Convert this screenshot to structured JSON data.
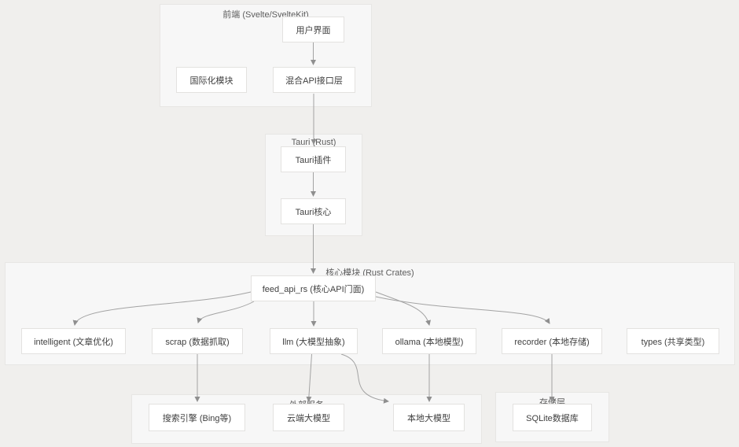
{
  "diagram": {
    "groups": {
      "frontend": {
        "title": "前端 (Svelte/SvelteKit)"
      },
      "tauri": {
        "title": "Tauri (Rust)"
      },
      "core": {
        "title": "核心模块 (Rust Crates)"
      },
      "external": {
        "title": "外部服务"
      },
      "storage": {
        "title": "存储层"
      }
    },
    "nodes": {
      "ui": {
        "label": "用户界面"
      },
      "i18n": {
        "label": "国际化模块"
      },
      "api_layer": {
        "label": "混合API接口层"
      },
      "tauri_plugin": {
        "label": "Tauri插件"
      },
      "tauri_core": {
        "label": "Tauri核心"
      },
      "feed_api": {
        "label": "feed_api_rs (核心API门面)"
      },
      "intelligent": {
        "label": "intelligent (文章优化)"
      },
      "scrap": {
        "label": "scrap (数据抓取)"
      },
      "llm": {
        "label": "llm (大模型抽象)"
      },
      "ollama": {
        "label": "ollama (本地模型)"
      },
      "recorder": {
        "label": "recorder (本地存储)"
      },
      "types": {
        "label": "types (共享类型)"
      },
      "search_engine": {
        "label": "搜索引擎 (Bing等)"
      },
      "cloud_llm": {
        "label": "云端大模型"
      },
      "local_llm": {
        "label": "本地大模型"
      },
      "sqlite": {
        "label": "SQLite数据库"
      }
    },
    "edges": [
      {
        "from": "ui",
        "to": "api_layer"
      },
      {
        "from": "api_layer",
        "to": "tauri_plugin"
      },
      {
        "from": "tauri_plugin",
        "to": "tauri_core"
      },
      {
        "from": "tauri_core",
        "to": "feed_api"
      },
      {
        "from": "feed_api",
        "to": "intelligent"
      },
      {
        "from": "feed_api",
        "to": "scrap"
      },
      {
        "from": "feed_api",
        "to": "llm"
      },
      {
        "from": "feed_api",
        "to": "ollama"
      },
      {
        "from": "feed_api",
        "to": "recorder"
      },
      {
        "from": "scrap",
        "to": "search_engine"
      },
      {
        "from": "llm",
        "to": "cloud_llm"
      },
      {
        "from": "llm",
        "to": "local_llm"
      },
      {
        "from": "ollama",
        "to": "local_llm"
      },
      {
        "from": "recorder",
        "to": "sqlite"
      }
    ]
  },
  "colors": {
    "background": "#f0efed",
    "group_fill": "#f7f7f7",
    "group_border": "#e7e6e4",
    "node_fill": "#ffffff",
    "node_border": "#e3e2e0",
    "node_text": "#3f3f3f",
    "group_title_text": "#5c5c5c",
    "edge": "#a3a3a3",
    "arrowhead": "#8f8f8f"
  }
}
